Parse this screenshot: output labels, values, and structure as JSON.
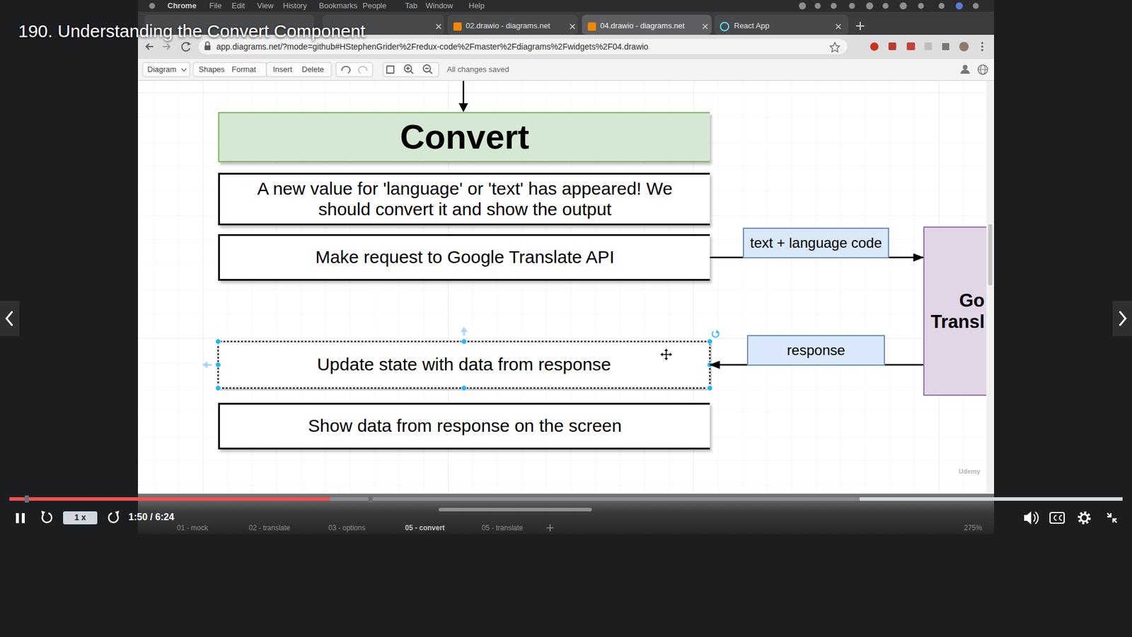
{
  "diagram": {
    "title": "190. Understanding the Convert Component",
    "nodes": [
      {
        "text": [
          "Convert"
        ]
      },
      {
        "text": [
          "A new value for 'language' or 'text' has appeared! We should convert it and show the output"
        ]
      },
      {
        "text": [
          "Make request to Google Translate API"
        ]
      },
      {
        "text": [
          "Update state with data from response"
        ]
      },
      {
        "text": [
          "Show data from response on the screen"
        ]
      },
      {
        "text": [
          "Go Transl"
        ]
      }
    ],
    "edges": [
      {
        "from": 2,
        "to": 5,
        "label": "text + language code",
        "arrow": "to"
      },
      {
        "from": 5,
        "to": 3,
        "label": "response",
        "arrow": "to"
      }
    ],
    "labels": [
      "Chrome",
      "File",
      "Edit",
      "View",
      "History",
      "Bookmarks",
      "People",
      "Tab",
      "Window",
      "Help",
      "02.drawio - diagrams.net",
      "04.drawio - diagrams.net",
      "React App",
      "app.diagrams.net/?mode=github#HStephenGrider%2Fredux-code%2Fmaster%2Fdiagrams%2Fwidgets%2F04.drawio",
      "Diagram",
      "Shapes",
      "Format",
      "Insert",
      "Delete",
      "All changes saved",
      "Udemy",
      "01 - mock",
      "02 - translate",
      "03 - options",
      "05 - convert",
      "05 - translate",
      "275%",
      "1 x",
      "1:50 / 6:24"
    ]
  }
}
